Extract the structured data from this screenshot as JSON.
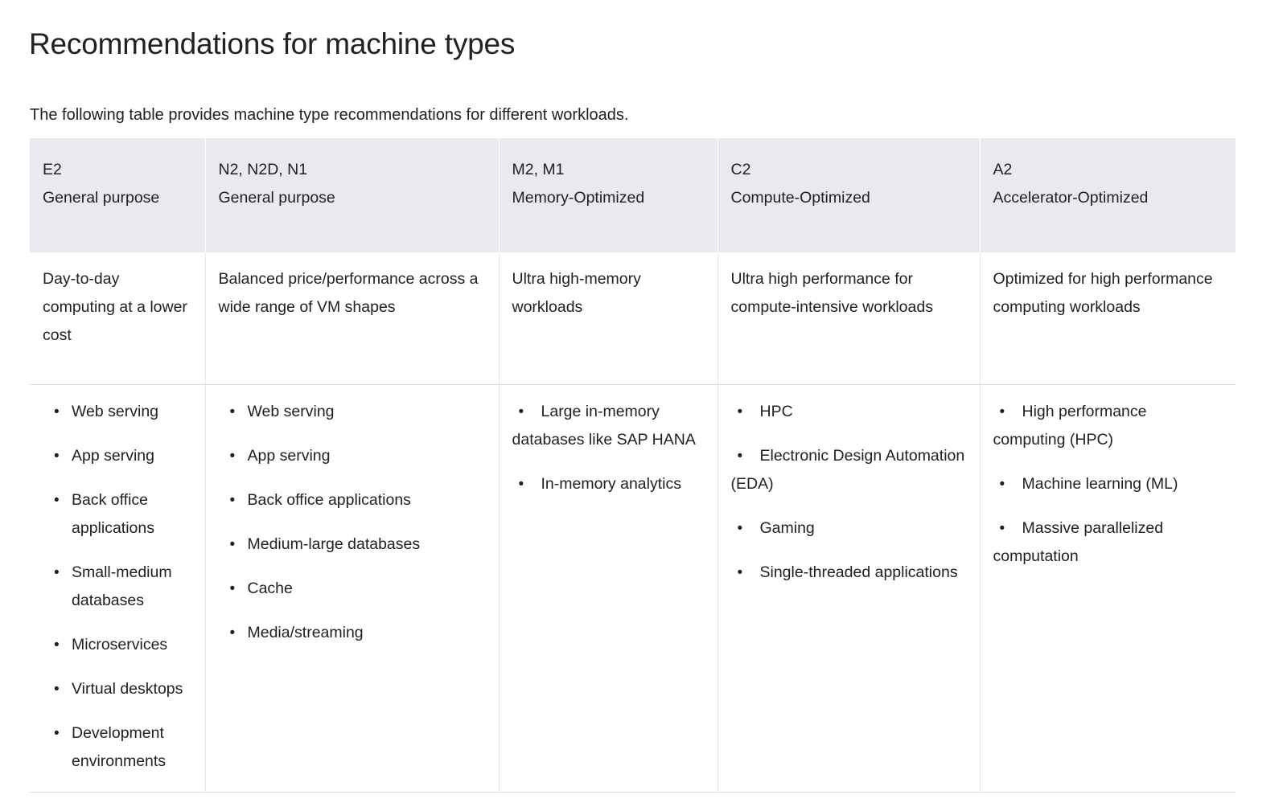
{
  "page": {
    "title": "Recommendations for machine types",
    "intro": "The following table provides machine type recommendations for different workloads."
  },
  "colors": {
    "header_background": "#e8eaed",
    "text": "#202124",
    "border": "#dadce0",
    "page_background": "#ffffff"
  },
  "table": {
    "columns": [
      {
        "family": "E2",
        "category": "General purpose",
        "description": "Day-to-day computing at a lower cost",
        "workloads": [
          "Web serving",
          "App serving",
          "Back office applications",
          "Small-medium databases",
          "Microservices",
          "Virtual desktops",
          "Development environments"
        ]
      },
      {
        "family": "N2, N2D, N1",
        "category": "General purpose",
        "description": "Balanced price/performance across a wide range of VM shapes",
        "workloads": [
          "Web serving",
          "App serving",
          "Back office applications",
          "Medium-large databases",
          "Cache",
          "Media/streaming"
        ]
      },
      {
        "family": "M2, M1",
        "category": "Memory-Optimized",
        "description": "Ultra high-memory workloads",
        "workloads": [
          "Large in-memory databases like SAP HANA",
          "In-memory analytics"
        ]
      },
      {
        "family": "C2",
        "category": "Compute-Optimized",
        "description": "Ultra high performance for compute-intensive workloads",
        "workloads": [
          "HPC",
          "Electronic Design Automation (EDA)",
          "Gaming",
          "Single-threaded applications"
        ]
      },
      {
        "family": "A2",
        "category": "Accelerator-Optimized",
        "description": "Optimized for high performance computing workloads",
        "workloads": [
          "High performance computing (HPC)",
          "Machine learning (ML)",
          "Massive parallelized computation"
        ]
      }
    ],
    "bullet_glyph": "•"
  }
}
